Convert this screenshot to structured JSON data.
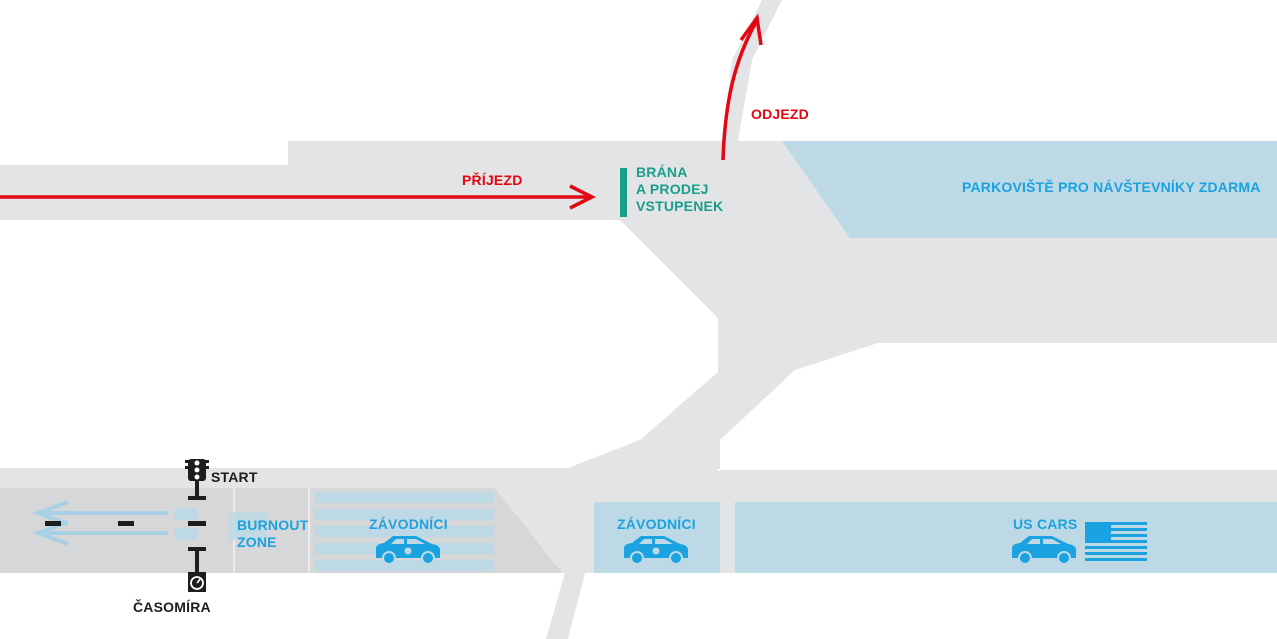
{
  "labels": {
    "arrival": "PŘÍJEZD",
    "departure": "ODJEZD",
    "gate_line1": "BRÁNA",
    "gate_line2": "A PRODEJ",
    "gate_line3": "VSTUPENEK",
    "parking": "PARKOVIŠTĚ PRO NÁVŠTEVNÍKY ZDARMA",
    "start": "START",
    "timing": "ČASOMÍRA",
    "burnout_line1": "BURNOUT",
    "burnout_line2": "ZONE",
    "racers_1": "ZÁVODNÍCI",
    "racers_2": "ZÁVODNÍCI",
    "us_cars": "US CARS"
  },
  "icons": [
    "traffic-light-icon",
    "stopwatch-icon",
    "race-car-icon",
    "car-icon",
    "us-flag-icon",
    "arrow-icon"
  ],
  "colors": {
    "road": "#e2e4e6",
    "track": "#d5d7d9",
    "zone": "#bcd9e5",
    "accent_red": "#e30613",
    "accent_teal": "#1a9e8c",
    "accent_blue": "#1aa3e0"
  }
}
